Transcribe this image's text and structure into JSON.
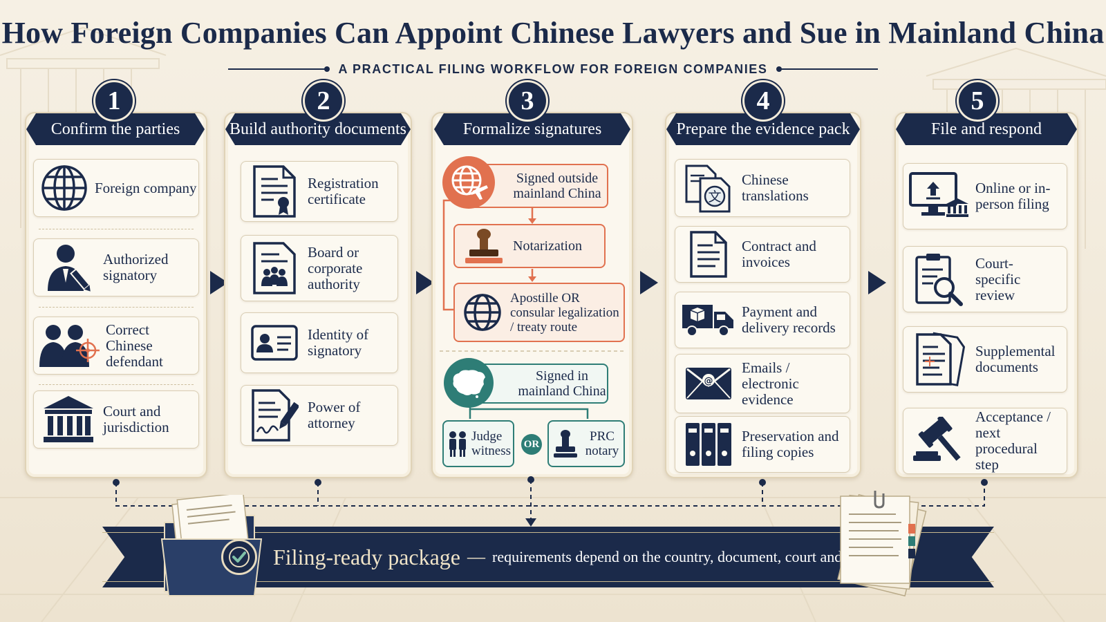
{
  "header": {
    "title": "How Foreign Companies Can Appoint Chinese Lawyers and Sue in Mainland China",
    "subtitle": "A PRACTICAL FILING WORKFLOW FOR FOREIGN COMPANIES"
  },
  "steps": [
    {
      "number": "1",
      "title": "Confirm the parties",
      "items": [
        {
          "label": "Foreign company",
          "icon": "globe-icon"
        },
        {
          "label": "Authorized signatory",
          "icon": "signatory-pen-icon"
        },
        {
          "label": "Correct Chinese defendant",
          "icon": "target-people-icon"
        },
        {
          "label": "Court and jurisdiction",
          "icon": "courthouse-icon"
        }
      ]
    },
    {
      "number": "2",
      "title": "Build authority documents",
      "items": [
        {
          "label": "Registration certificate",
          "icon": "certificate-icon"
        },
        {
          "label": "Board or corporate authority",
          "icon": "board-document-icon"
        },
        {
          "label": "Identity of signatory",
          "icon": "id-card-icon"
        },
        {
          "label": "Power of attorney",
          "icon": "signed-document-icon"
        }
      ]
    },
    {
      "number": "3",
      "title": "Formalize signatures",
      "outside": {
        "label": "Signed outside mainland China",
        "notarization": "Notarization",
        "legalization": "Apostille OR consular legalization / treaty route"
      },
      "inside": {
        "label": "Signed in mainland China",
        "option_a": "Judge witness",
        "or_label": "OR",
        "option_b": "PRC notary"
      }
    },
    {
      "number": "4",
      "title": "Prepare the evidence pack",
      "items": [
        {
          "label": "Chinese translations",
          "icon": "translation-icon"
        },
        {
          "label": "Contract and invoices",
          "icon": "document-icon"
        },
        {
          "label": "Payment and delivery records",
          "icon": "delivery-truck-icon"
        },
        {
          "label": "Emails / electronic evidence",
          "icon": "email-icon"
        },
        {
          "label": "Preservation and filing copies",
          "icon": "binders-icon"
        }
      ]
    },
    {
      "number": "5",
      "title": "File and respond",
      "items": [
        {
          "label": "Online or in-person filing",
          "icon": "upload-monitor-icon"
        },
        {
          "label": "Court-specific review",
          "icon": "clipboard-search-icon"
        },
        {
          "label": "Supplemental documents",
          "icon": "documents-icon"
        },
        {
          "label": "Acceptance / next procedural step",
          "icon": "gavel-icon"
        }
      ]
    }
  ],
  "footer": {
    "main": "Filing-ready package",
    "dash": "—",
    "note": "requirements depend on the country, document, court and procedure."
  },
  "colors": {
    "navy": "#1b2a4a",
    "orange": "#e1714f",
    "teal": "#2e7d76",
    "parchment": "#f6f0e4"
  }
}
